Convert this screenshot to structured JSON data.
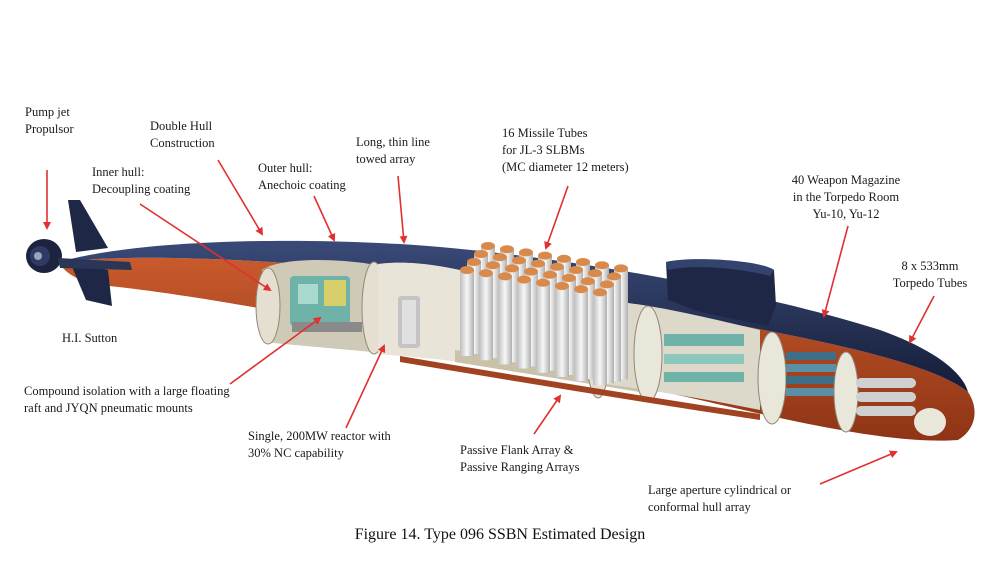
{
  "caption": "Figure 14. Type 096 SSBN Estimated Design",
  "credit": "H.I. Sutton",
  "labels": {
    "pump_jet": "Pump jet\nPropulsor",
    "double_hull": "Double Hull\nConstruction",
    "inner_hull": "Inner hull:\nDecoupling coating",
    "outer_hull": "Outer hull:\nAnechoic coating",
    "towed_array": "Long, thin line\ntowed array",
    "missile_tubes": "16 Missile Tubes\nfor JL-3 SLBMs\n(MC diameter 12 meters)",
    "weapon_magazine": "40 Weapon Magazine\nin the Torpedo Room\nYu-10, Yu-12",
    "torpedo_tubes": "8 x 533mm\nTorpedo Tubes",
    "isolation_raft": "Compound isolation with a large floating\nraft and JYQN pneumatic mounts",
    "reactor": "Single, 200MW reactor with\n30% NC capability",
    "flank_array": "Passive Flank Array &\nPassive Ranging Arrays",
    "conformal_array": "Large aperture cylindrical or\nconformal hull array"
  },
  "colors": {
    "hull_top": "#1f2a4a",
    "hull_red": "#b8461f",
    "interior": "#d9d4c4",
    "tube": "#ececec",
    "tube_cap": "#d98a4a",
    "machinery": "#6fb3a8",
    "arrow": "#e03030"
  }
}
